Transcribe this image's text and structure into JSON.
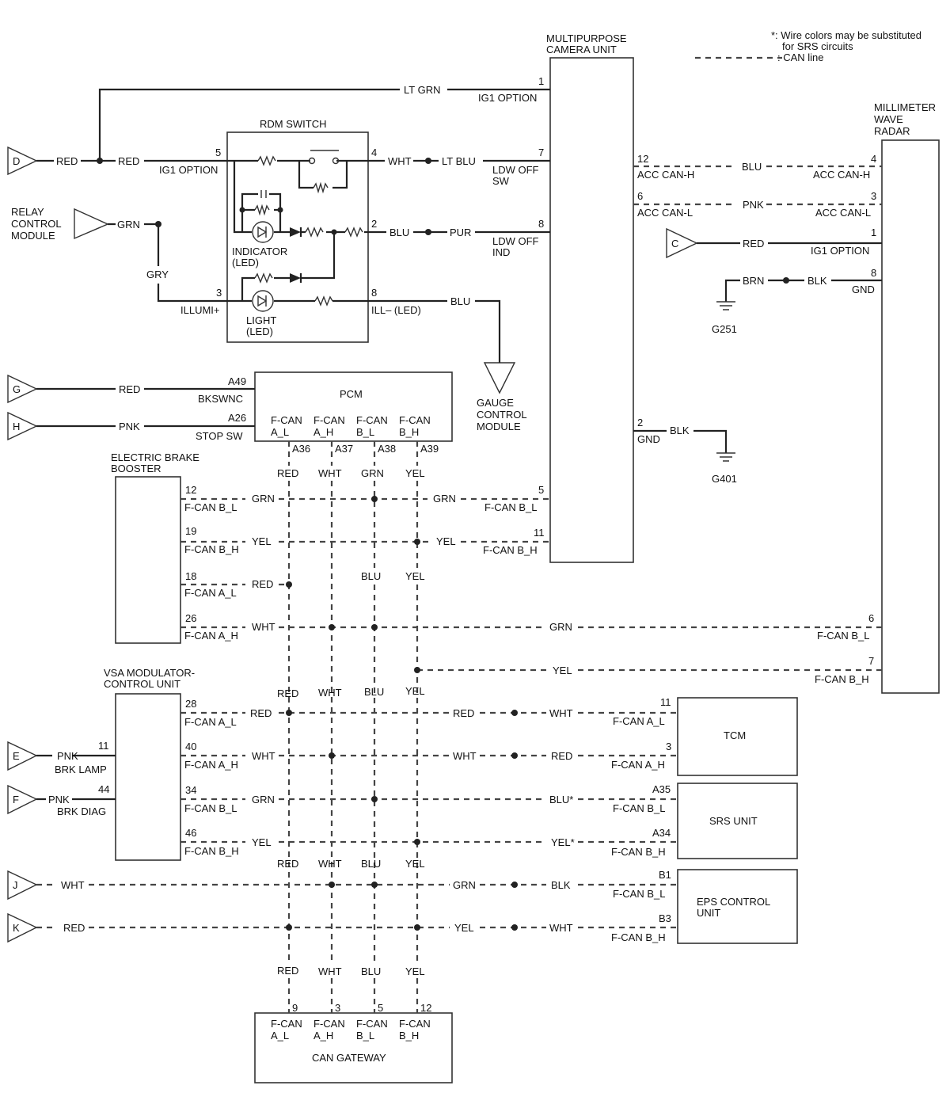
{
  "notes": {
    "srs": "*: Wire colors may be substituted",
    "srs2": "for SRS circuits",
    "can": ": CAN line"
  },
  "components": {
    "camera": [
      "MULTIPURPOSE",
      "CAMERA UNIT"
    ],
    "radar": [
      "MILLIMETER",
      "WAVE",
      "RADAR"
    ],
    "rdm": "RDM SWITCH",
    "relay": [
      "RELAY",
      "CONTROL",
      "MODULE"
    ],
    "pcm": "PCM",
    "gauge": [
      "GAUGE",
      "CONTROL",
      "MODULE"
    ],
    "ebb": [
      "ELECTRIC BRAKE",
      "BOOSTER"
    ],
    "vsa": [
      "VSA MODULATOR-",
      "CONTROL UNIT"
    ],
    "tcm": "TCM",
    "srs": "SRS UNIT",
    "eps": [
      "EPS CONTROL",
      "UNIT"
    ],
    "gw": "CAN GATEWAY"
  },
  "connectors": {
    "D": "D",
    "C": "C",
    "G": "G",
    "H": "H",
    "E": "E",
    "F": "F",
    "J": "J",
    "K": "K"
  },
  "grounds": {
    "g251": "G251",
    "g401": "G401"
  },
  "leds": {
    "ind": [
      "INDICATOR",
      "(LED)"
    ],
    "light": [
      "LIGHT",
      "(LED)"
    ]
  },
  "labels": [
    {
      "id": "l1",
      "t": "LT GRN"
    },
    {
      "id": "l2",
      "t": "1"
    },
    {
      "id": "l3",
      "t": "IG1 OPTION"
    },
    {
      "id": "l4",
      "t": "RED"
    },
    {
      "id": "l5",
      "t": "RED"
    },
    {
      "id": "l6",
      "t": "5"
    },
    {
      "id": "l7",
      "t": "IG1 OPTION"
    },
    {
      "id": "l8",
      "t": "4"
    },
    {
      "id": "l9",
      "t": "WHT"
    },
    {
      "id": "l10",
      "t": "LT BLU"
    },
    {
      "id": "l11",
      "t": "7"
    },
    {
      "id": "l12",
      "t": "LDW OFF"
    },
    {
      "id": "l13",
      "t": "SW"
    },
    {
      "id": "l14",
      "t": "GRN"
    },
    {
      "id": "l15",
      "t": "2"
    },
    {
      "id": "l16",
      "t": "BLU"
    },
    {
      "id": "l17",
      "t": "PUR"
    },
    {
      "id": "l18",
      "t": "8"
    },
    {
      "id": "l19",
      "t": "LDW OFF"
    },
    {
      "id": "l20",
      "t": "IND"
    },
    {
      "id": "l21",
      "t": "GRY"
    },
    {
      "id": "l22",
      "t": "3"
    },
    {
      "id": "l23",
      "t": "ILLUMI+"
    },
    {
      "id": "l24",
      "t": "8"
    },
    {
      "id": "l25",
      "t": "ILL– (LED)"
    },
    {
      "id": "l26",
      "t": "BLU"
    },
    {
      "id": "l27",
      "t": "12"
    },
    {
      "id": "l28",
      "t": "ACC CAN-H"
    },
    {
      "id": "l29",
      "t": "BLU"
    },
    {
      "id": "l30",
      "t": "4"
    },
    {
      "id": "l31",
      "t": "ACC CAN-H"
    },
    {
      "id": "l32",
      "t": "6"
    },
    {
      "id": "l33",
      "t": "ACC CAN-L"
    },
    {
      "id": "l34",
      "t": "PNK"
    },
    {
      "id": "l35",
      "t": "3"
    },
    {
      "id": "l36",
      "t": "ACC CAN-L"
    },
    {
      "id": "l37",
      "t": "RED"
    },
    {
      "id": "l38",
      "t": "1"
    },
    {
      "id": "l39",
      "t": "IG1 OPTION"
    },
    {
      "id": "l40",
      "t": "BRN"
    },
    {
      "id": "l41",
      "t": "BLK"
    },
    {
      "id": "l42",
      "t": "8"
    },
    {
      "id": "l43",
      "t": "GND"
    },
    {
      "id": "l44",
      "t": "2"
    },
    {
      "id": "l45",
      "t": "GND"
    },
    {
      "id": "l46",
      "t": "BLK"
    },
    {
      "id": "l47",
      "t": "RED"
    },
    {
      "id": "l48",
      "t": "A49"
    },
    {
      "id": "l49",
      "t": "BKSWNC"
    },
    {
      "id": "l50",
      "t": "PNK"
    },
    {
      "id": "l51",
      "t": "A26"
    },
    {
      "id": "l52",
      "t": "STOP SW"
    },
    {
      "id": "l53",
      "t": "F-CAN"
    },
    {
      "id": "l54",
      "t": "A_L"
    },
    {
      "id": "l55",
      "t": "F-CAN"
    },
    {
      "id": "l56",
      "t": "A_H"
    },
    {
      "id": "l57",
      "t": "F-CAN"
    },
    {
      "id": "l58",
      "t": "B_L"
    },
    {
      "id": "l59",
      "t": "F-CAN"
    },
    {
      "id": "l60",
      "t": "B_H"
    },
    {
      "id": "l61",
      "t": "A36"
    },
    {
      "id": "l62",
      "t": "A37"
    },
    {
      "id": "l63",
      "t": "A38"
    },
    {
      "id": "l64",
      "t": "A39"
    },
    {
      "id": "l65",
      "t": "RED"
    },
    {
      "id": "l66",
      "t": "WHT"
    },
    {
      "id": "l67",
      "t": "GRN"
    },
    {
      "id": "l68",
      "t": "YEL"
    },
    {
      "id": "l69",
      "t": "12"
    },
    {
      "id": "l70",
      "t": "F-CAN B_L"
    },
    {
      "id": "l71",
      "t": "GRN"
    },
    {
      "id": "l72",
      "t": "GRN"
    },
    {
      "id": "l73",
      "t": "5"
    },
    {
      "id": "l74",
      "t": "F-CAN B_L"
    },
    {
      "id": "l75",
      "t": "19"
    },
    {
      "id": "l76",
      "t": "F-CAN B_H"
    },
    {
      "id": "l77",
      "t": "YEL"
    },
    {
      "id": "l78",
      "t": "YEL"
    },
    {
      "id": "l79",
      "t": "11"
    },
    {
      "id": "l80",
      "t": "F-CAN B_H"
    },
    {
      "id": "l81",
      "t": "18"
    },
    {
      "id": "l82",
      "t": "F-CAN A_L"
    },
    {
      "id": "l83",
      "t": "RED"
    },
    {
      "id": "l84",
      "t": "BLU"
    },
    {
      "id": "l85",
      "t": "YEL"
    },
    {
      "id": "l86",
      "t": "26"
    },
    {
      "id": "l87",
      "t": "F-CAN A_H"
    },
    {
      "id": "l88",
      "t": "WHT"
    },
    {
      "id": "l89",
      "t": "GRN"
    },
    {
      "id": "l90",
      "t": "6"
    },
    {
      "id": "l91",
      "t": "F-CAN B_L"
    },
    {
      "id": "l92",
      "t": "YEL"
    },
    {
      "id": "l93",
      "t": "7"
    },
    {
      "id": "l94",
      "t": "F-CAN B_H"
    },
    {
      "id": "l95",
      "t": "RED"
    },
    {
      "id": "l96",
      "t": "WHT"
    },
    {
      "id": "l97",
      "t": "BLU"
    },
    {
      "id": "l98",
      "t": "YEL"
    },
    {
      "id": "l99",
      "t": "28"
    },
    {
      "id": "l100",
      "t": "F-CAN A_L"
    },
    {
      "id": "l101",
      "t": "RED"
    },
    {
      "id": "l102",
      "t": "RED"
    },
    {
      "id": "l103",
      "t": "WHT"
    },
    {
      "id": "l104",
      "t": "11"
    },
    {
      "id": "l105",
      "t": "F-CAN A_L"
    },
    {
      "id": "l106",
      "t": "PNK"
    },
    {
      "id": "l107",
      "t": "11"
    },
    {
      "id": "l108",
      "t": "BRK LAMP"
    },
    {
      "id": "l109",
      "t": "40"
    },
    {
      "id": "l110",
      "t": "F-CAN A_H"
    },
    {
      "id": "l111",
      "t": "WHT"
    },
    {
      "id": "l112",
      "t": "WHT"
    },
    {
      "id": "l113",
      "t": "RED"
    },
    {
      "id": "l114",
      "t": "3"
    },
    {
      "id": "l115",
      "t": "F-CAN A_H"
    },
    {
      "id": "l116",
      "t": "PNK"
    },
    {
      "id": "l117",
      "t": "44"
    },
    {
      "id": "l118",
      "t": "BRK DIAG"
    },
    {
      "id": "l119",
      "t": "34"
    },
    {
      "id": "l120",
      "t": "F-CAN B_L"
    },
    {
      "id": "l121",
      "t": "GRN"
    },
    {
      "id": "l122",
      "t": "BLU*"
    },
    {
      "id": "l123",
      "t": "A35"
    },
    {
      "id": "l124",
      "t": "F-CAN B_L"
    },
    {
      "id": "l125",
      "t": "46"
    },
    {
      "id": "l126",
      "t": "F-CAN B_H"
    },
    {
      "id": "l127",
      "t": "YEL"
    },
    {
      "id": "l128",
      "t": "YEL*"
    },
    {
      "id": "l129",
      "t": "A34"
    },
    {
      "id": "l130",
      "t": "F-CAN B_H"
    },
    {
      "id": "l131",
      "t": "RED"
    },
    {
      "id": "l132",
      "t": "WHT"
    },
    {
      "id": "l133",
      "t": "BLU"
    },
    {
      "id": "l134",
      "t": "YEL"
    },
    {
      "id": "l135",
      "t": "WHT"
    },
    {
      "id": "l136",
      "t": "GRN"
    },
    {
      "id": "l137",
      "t": "BLK"
    },
    {
      "id": "l138",
      "t": "B1"
    },
    {
      "id": "l139",
      "t": "F-CAN B_L"
    },
    {
      "id": "l140",
      "t": "RED"
    },
    {
      "id": "l141",
      "t": "YEL"
    },
    {
      "id": "l142",
      "t": "WHT"
    },
    {
      "id": "l143",
      "t": "B3"
    },
    {
      "id": "l144",
      "t": "F-CAN B_H"
    },
    {
      "id": "l145",
      "t": "RED"
    },
    {
      "id": "l146",
      "t": "WHT"
    },
    {
      "id": "l147",
      "t": "BLU"
    },
    {
      "id": "l148",
      "t": "YEL"
    },
    {
      "id": "l149",
      "t": "9"
    },
    {
      "id": "l150",
      "t": "3"
    },
    {
      "id": "l151",
      "t": "5"
    },
    {
      "id": "l152",
      "t": "12"
    },
    {
      "id": "l153",
      "t": "F-CAN"
    },
    {
      "id": "l154",
      "t": "A_L"
    },
    {
      "id": "l155",
      "t": "F-CAN"
    },
    {
      "id": "l156",
      "t": "A_H"
    },
    {
      "id": "l157",
      "t": "F-CAN"
    },
    {
      "id": "l158",
      "t": "B_L"
    },
    {
      "id": "l159",
      "t": "F-CAN"
    },
    {
      "id": "l160",
      "t": "B_H"
    }
  ]
}
